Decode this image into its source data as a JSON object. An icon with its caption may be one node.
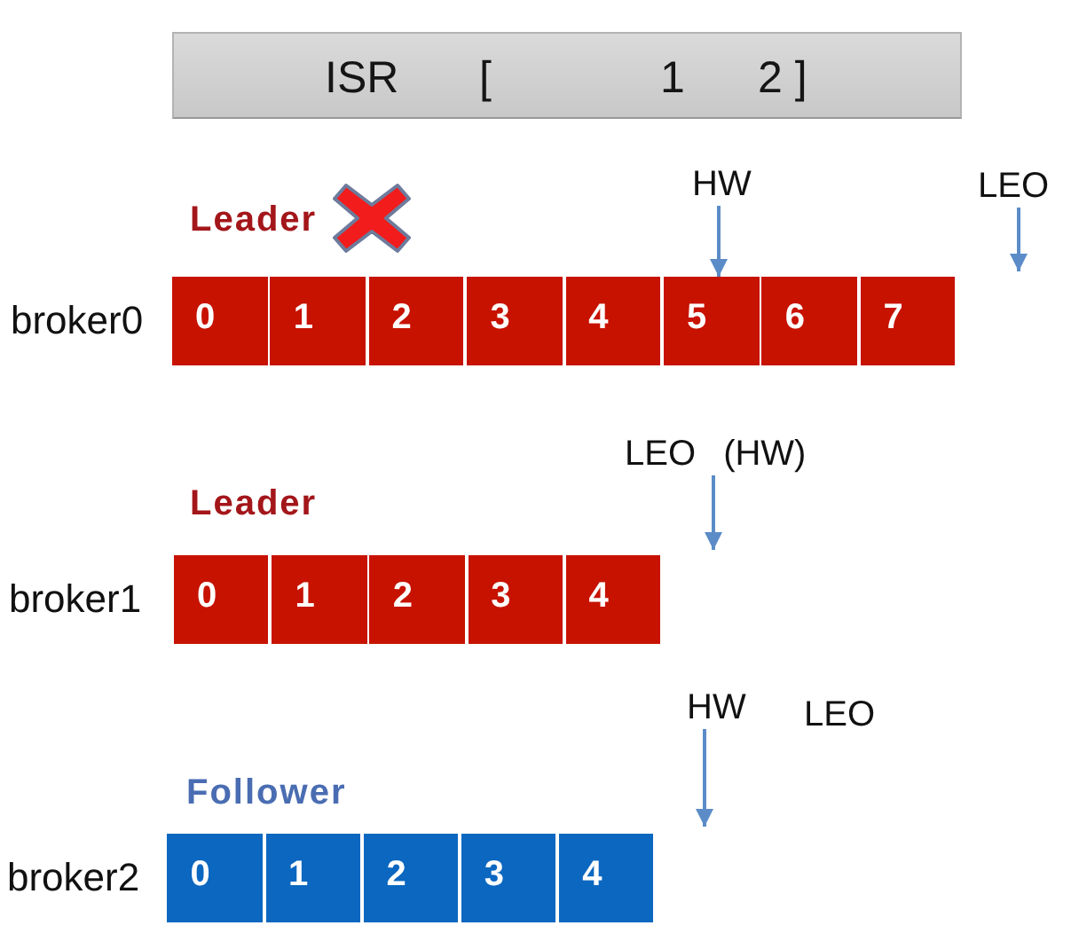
{
  "diagram": {
    "nodes": [
      {
        "text": [
          "ISR",
          "[",
          "1",
          "2 ]"
        ]
      },
      {
        "text": [
          "HW"
        ]
      },
      {
        "text": [
          "LEO"
        ]
      },
      {
        "text": [
          "0"
        ]
      },
      {
        "text": [
          "1"
        ]
      },
      {
        "text": [
          "2"
        ]
      },
      {
        "text": [
          "3"
        ]
      },
      {
        "text": [
          "4"
        ]
      },
      {
        "text": [
          "5"
        ]
      },
      {
        "text": [
          "6"
        ]
      },
      {
        "text": [
          "7"
        ]
      },
      {
        "text": [
          "LEO (HW)"
        ]
      },
      {
        "text": [
          "0"
        ]
      },
      {
        "text": [
          "1"
        ]
      },
      {
        "text": [
          "2"
        ]
      },
      {
        "text": [
          "3"
        ]
      },
      {
        "text": [
          "4"
        ]
      },
      {
        "text": [
          "HW"
        ]
      },
      {
        "text": [
          "0"
        ]
      },
      {
        "text": [
          "1"
        ]
      },
      {
        "text": [
          "2"
        ]
      },
      {
        "text": [
          "3"
        ]
      },
      {
        "text": [
          "4"
        ]
      }
    ],
    "edges": [
      {
        "from": 1,
        "to": 8,
        "arrow": "to"
      },
      {
        "from": 2,
        "to": null,
        "arrow": "to"
      },
      {
        "from": 11,
        "to": null,
        "arrow": "to"
      },
      {
        "from": 17,
        "to": null,
        "arrow": "to"
      }
    ],
    "labels": [
      "Leader",
      "broker0",
      "Leader",
      "broker1",
      "LEO",
      "Follower",
      "broker2"
    ]
  }
}
